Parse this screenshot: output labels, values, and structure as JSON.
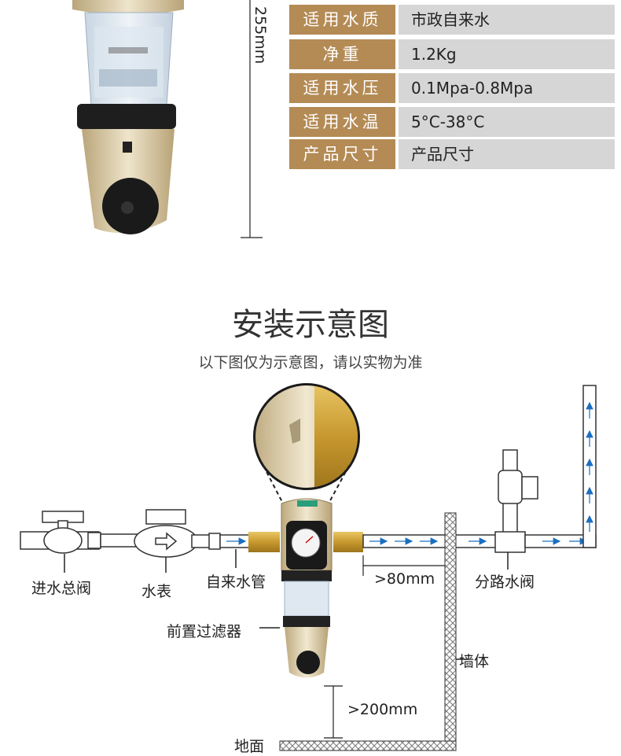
{
  "dimension_label": "255mm",
  "specs": [
    {
      "label": "适用水质",
      "value": "市政自来水"
    },
    {
      "label": "净重",
      "value": "1.2Kg"
    },
    {
      "label": "适用水压",
      "value": "0.1Mpa-0.8Mpa"
    },
    {
      "label": "适用水温",
      "value": "5°C-38°C"
    },
    {
      "label": "产品尺寸",
      "value": "产品尺寸"
    }
  ],
  "section": {
    "title": "安装示意图",
    "subtitle": "以下图仅为示意图，请以实物为准"
  },
  "labels": {
    "main_valve": "进水总阀",
    "water_meter": "水表",
    "tap_pipe": "自来水管",
    "pre_filter": "前置过滤器",
    "distance_80": ">80mm",
    "branch_valve": "分路水阀",
    "wall": "墙体",
    "distance_200": ">200mm",
    "ground": "地面"
  },
  "colors": {
    "label_bg": "#b48b55",
    "value_bg": "#d6d6d6",
    "flow_arrow": "#1a6fc0",
    "gold": "#c9b48a"
  }
}
